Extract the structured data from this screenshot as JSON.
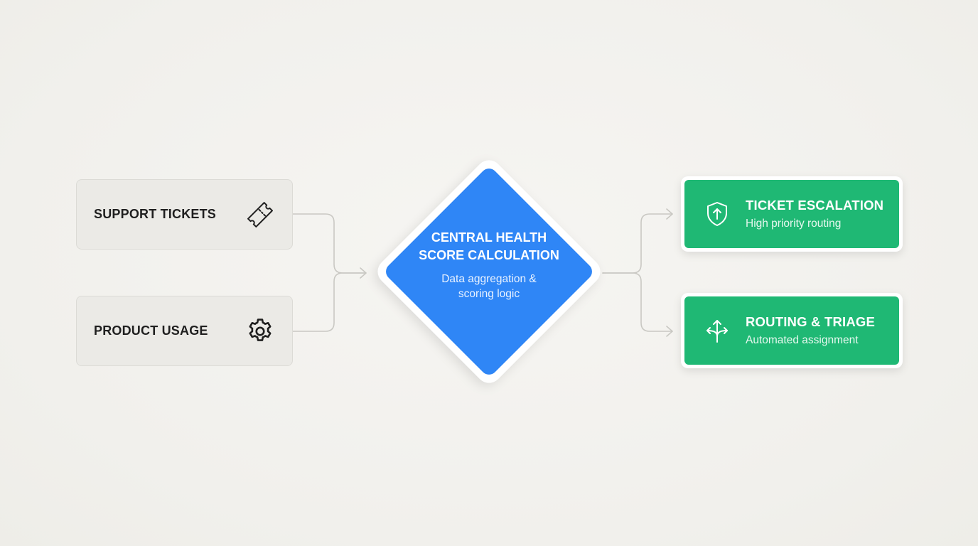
{
  "inputs": {
    "support_tickets": {
      "label": "SUPPORT TICKETS",
      "icon": "ticket-icon"
    },
    "product_usage": {
      "label": "PRODUCT USAGE",
      "icon": "gear-icon"
    }
  },
  "center": {
    "title": "CENTRAL HEALTH SCORE CALCULATION",
    "subtitle": "Data aggregation & scoring logic",
    "color": "#2f86f6"
  },
  "outputs": {
    "ticket_escalation": {
      "title": "TICKET ESCALATION",
      "subtitle": "High priority routing",
      "icon": "shield-arrow-up-icon"
    },
    "routing_triage": {
      "title": "ROUTING & TRIAGE",
      "subtitle": "Automated assignment",
      "icon": "split-arrows-icon"
    },
    "color": "#1fb874"
  },
  "colors": {
    "background": "#f3f2ee",
    "connector": "#c9c8c3",
    "input_card": "#ebeae6"
  }
}
